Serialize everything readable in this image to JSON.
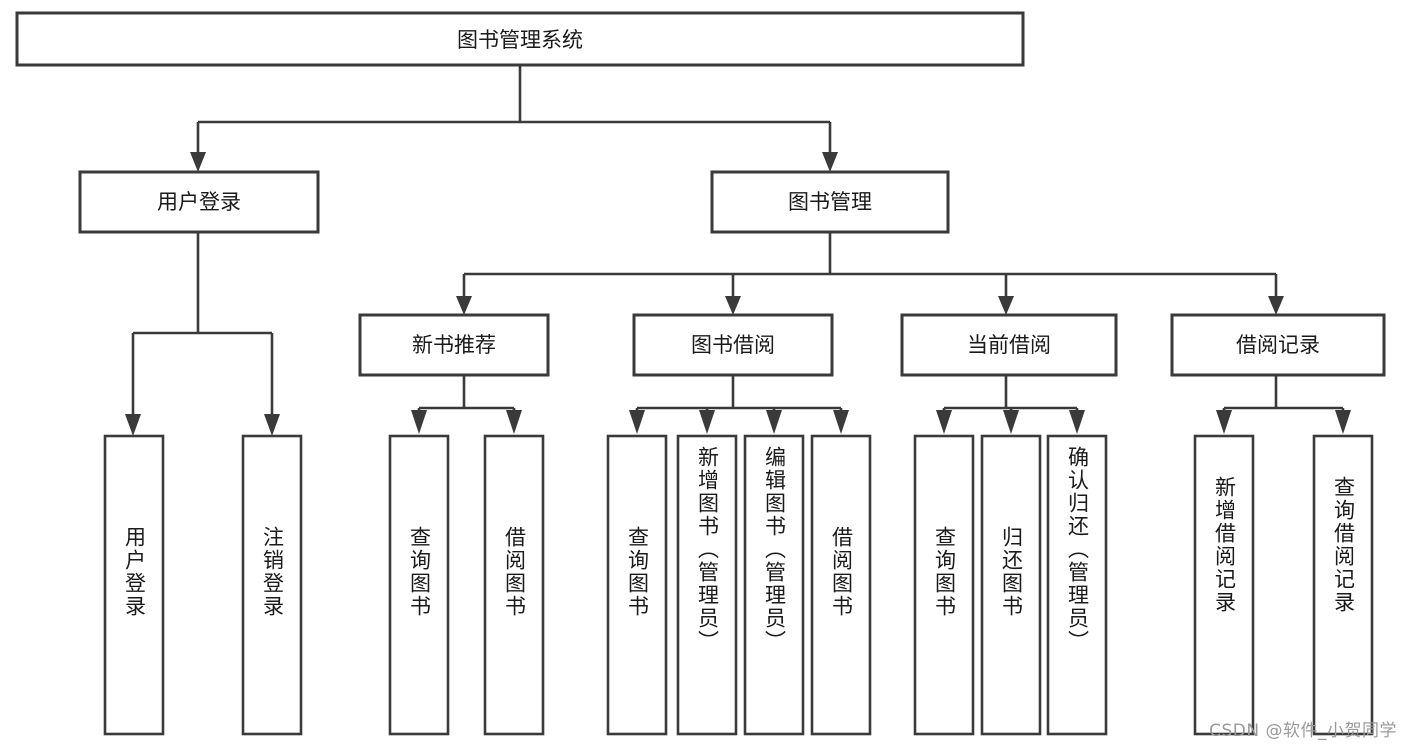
{
  "diagram": {
    "type": "tree-hierarchy",
    "title": "图书管理系统",
    "watermark": "CSDN @软件_小贺同学",
    "colors": {
      "box_stroke": "#3a3a3a",
      "box_fill": "#ffffff",
      "text": "#1a1a1a",
      "background": "#ffffff",
      "watermark": "#9a9a9a"
    },
    "root": {
      "label": "图书管理系统"
    },
    "level2": [
      {
        "label": "用户登录"
      },
      {
        "label": "图书管理"
      }
    ],
    "level3": [
      {
        "label": "新书推荐"
      },
      {
        "label": "图书借阅"
      },
      {
        "label": "当前借阅"
      },
      {
        "label": "借阅记录"
      }
    ],
    "leaves": {
      "user_login": [
        {
          "label": "用户登录"
        },
        {
          "label": "注销登录"
        }
      ],
      "new_book_recommend": [
        {
          "label": "查询图书"
        },
        {
          "label": "借阅图书"
        }
      ],
      "book_borrow": [
        {
          "label": "查询图书"
        },
        {
          "label": "新增图书（管理员）"
        },
        {
          "label": "编辑图书（管理员）"
        },
        {
          "label": "借阅图书"
        }
      ],
      "current_borrow": [
        {
          "label": "查询图书"
        },
        {
          "label": "归还图书"
        },
        {
          "label": "确认归还（管理员）"
        }
      ],
      "borrow_records": [
        {
          "label": "新增借阅记录"
        },
        {
          "label": "查询借阅记录"
        }
      ]
    }
  }
}
